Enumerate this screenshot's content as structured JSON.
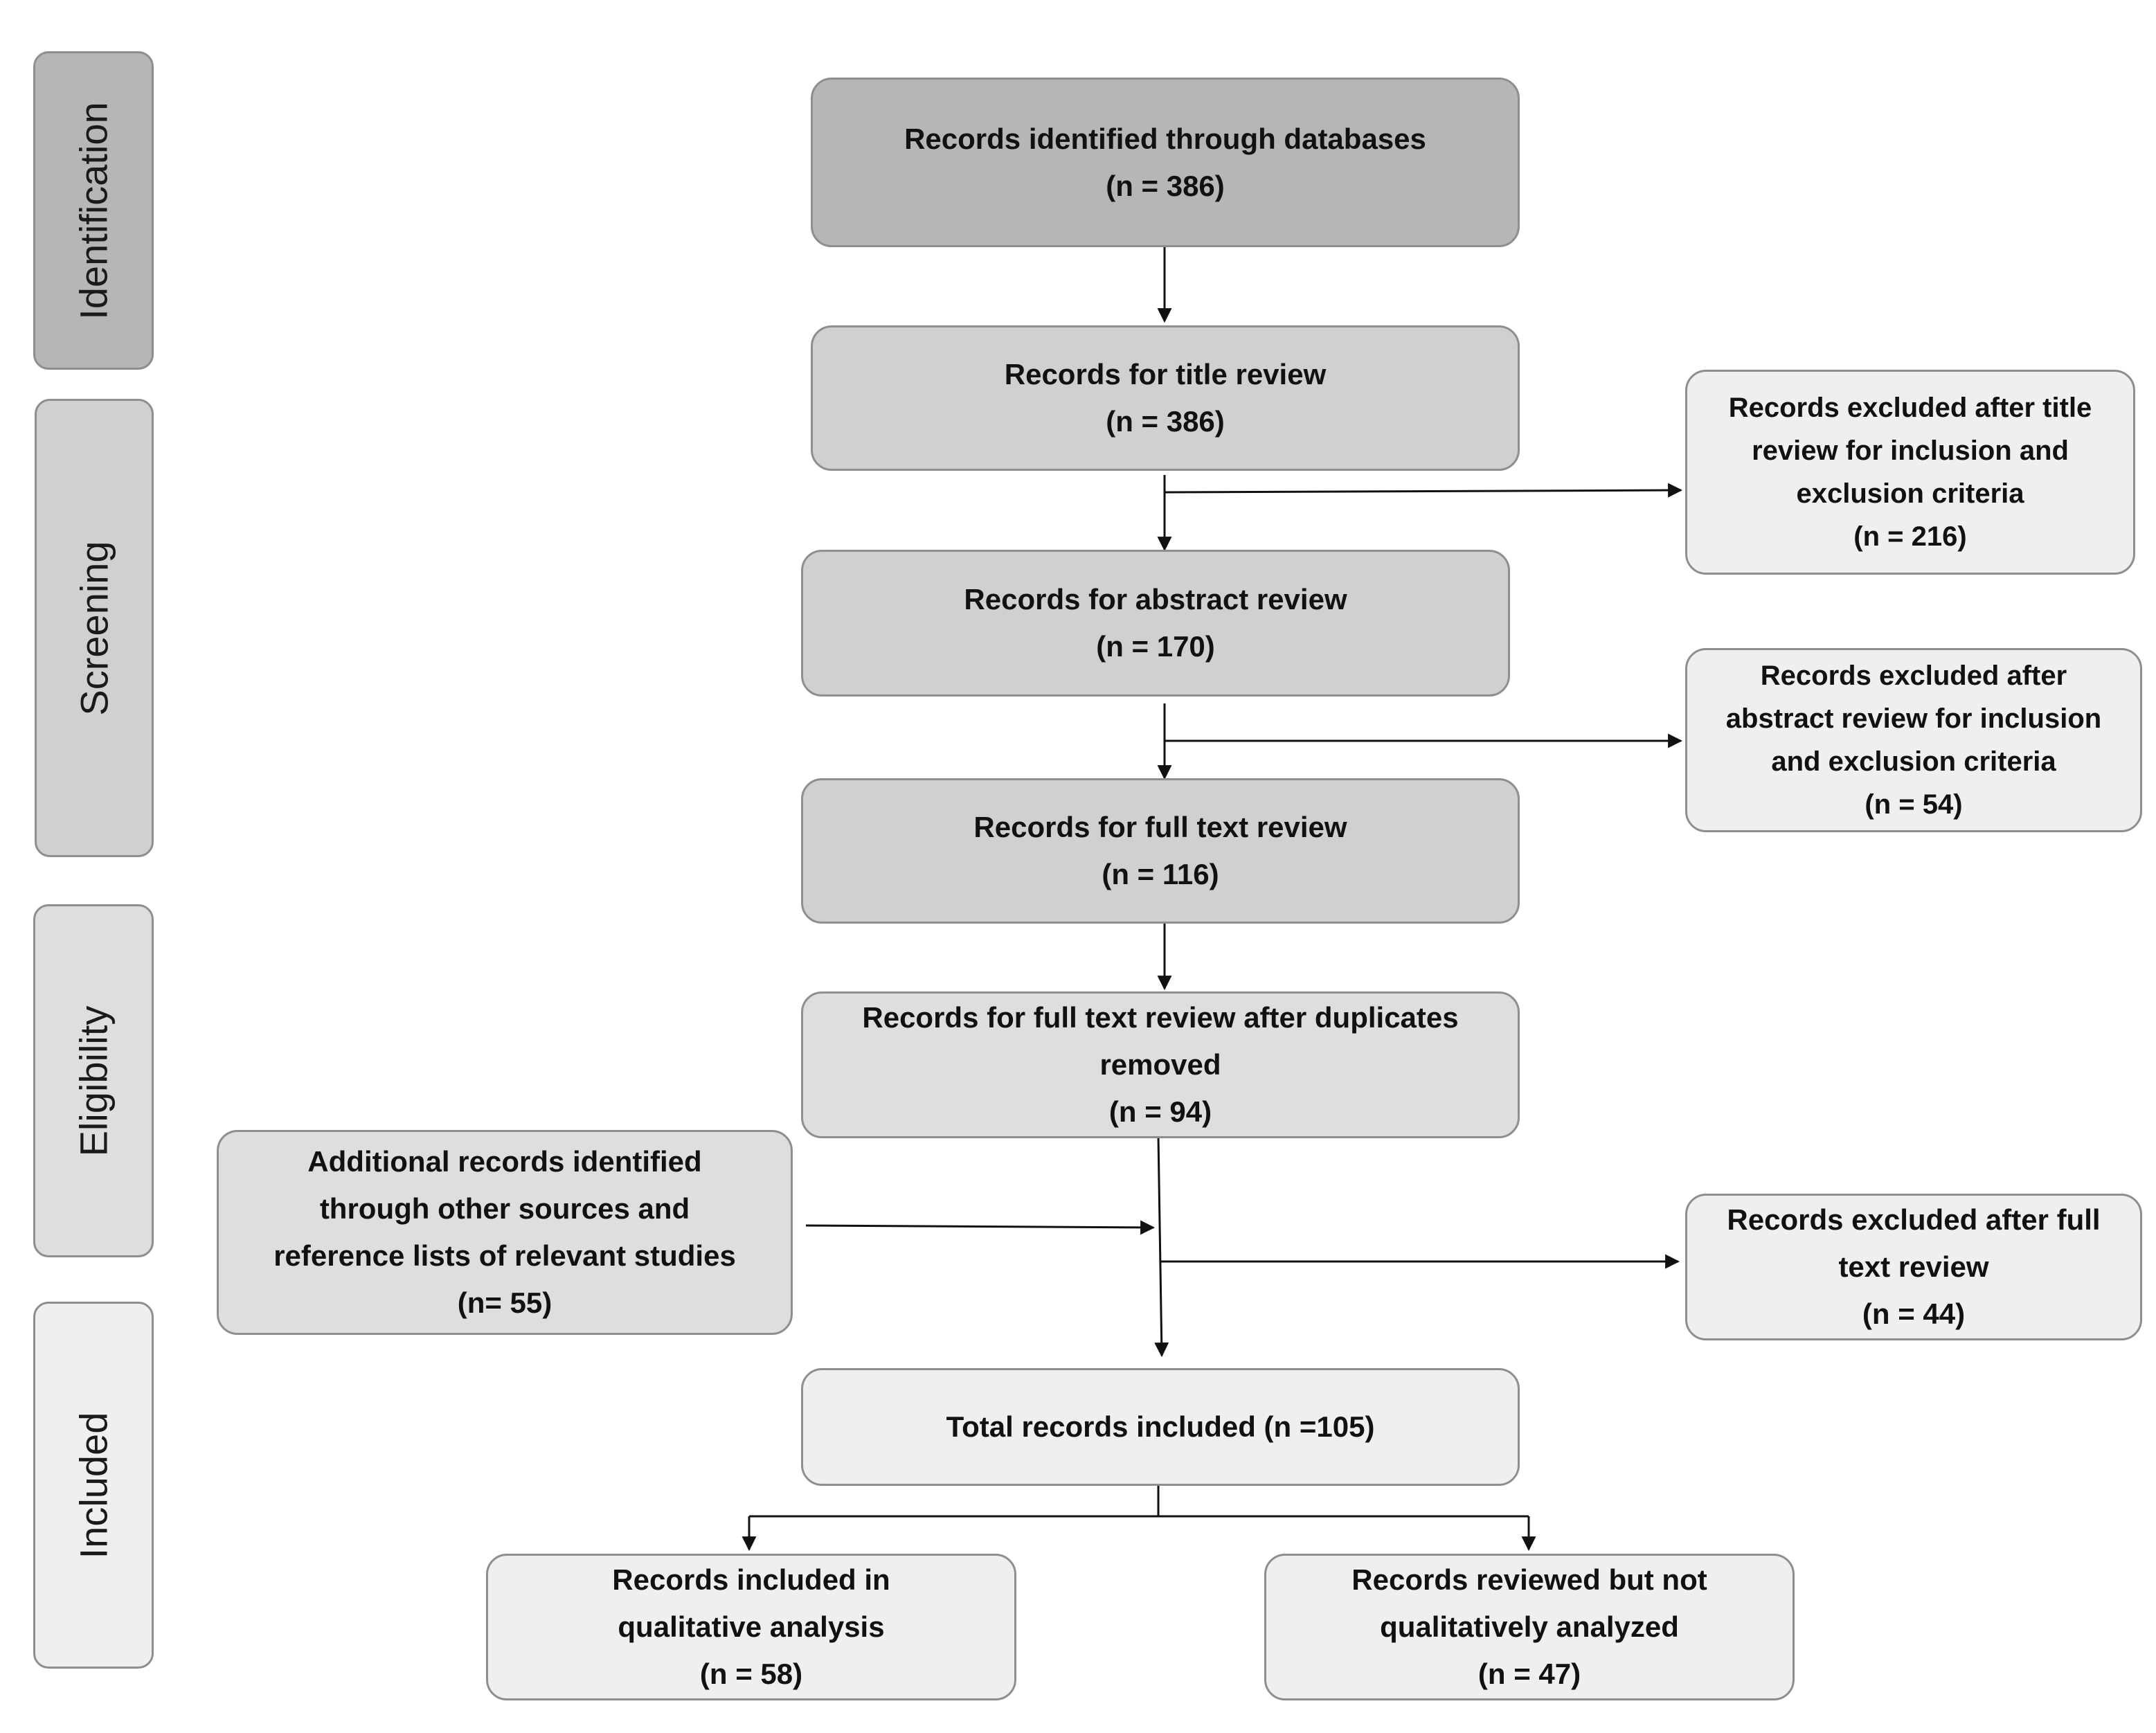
{
  "phases": {
    "identification": "Identification",
    "screening": "Screening",
    "eligibility": "Eligibility",
    "included": "Included"
  },
  "boxes": {
    "identified": {
      "line1": "Records identified through databases",
      "line2": "(n = 386)"
    },
    "title_review": {
      "line1": "Records for title review",
      "line2": "(n = 386)"
    },
    "abstract_review": {
      "line1": "Records for abstract review",
      "line2": "(n = 170)"
    },
    "full_text_review": {
      "line1": "Records for full text review",
      "line2": "(n = 116)"
    },
    "after_duplicates": {
      "line1": "Records for full text review after duplicates",
      "line2": "removed",
      "line3": "(n = 94)"
    },
    "additional": {
      "line1": "Additional records identified",
      "line2": "through other sources and",
      "line3": "reference lists of relevant studies",
      "line4": "(n= 55)"
    },
    "total": {
      "line1": "Total records included (n =105)"
    },
    "qualitative": {
      "line1": "Records included in",
      "line2": "qualitative analysis",
      "line3": "(n = 58)"
    },
    "not_analyzed": {
      "line1": "Records reviewed but not",
      "line2": "qualitatively analyzed",
      "line3": "(n = 47)"
    },
    "excluded_title": {
      "line1": "Records excluded after title",
      "line2": "review for inclusion and",
      "line3": "exclusion criteria",
      "line4": "(n = 216)"
    },
    "excluded_abstract": {
      "line1": "Records excluded after",
      "line2": "abstract review for inclusion",
      "line3": "and exclusion criteria",
      "line4": "(n = 54)"
    },
    "excluded_full": {
      "line1": "Records excluded after full",
      "line2": "text review",
      "line3": "(n = 44)"
    }
  }
}
